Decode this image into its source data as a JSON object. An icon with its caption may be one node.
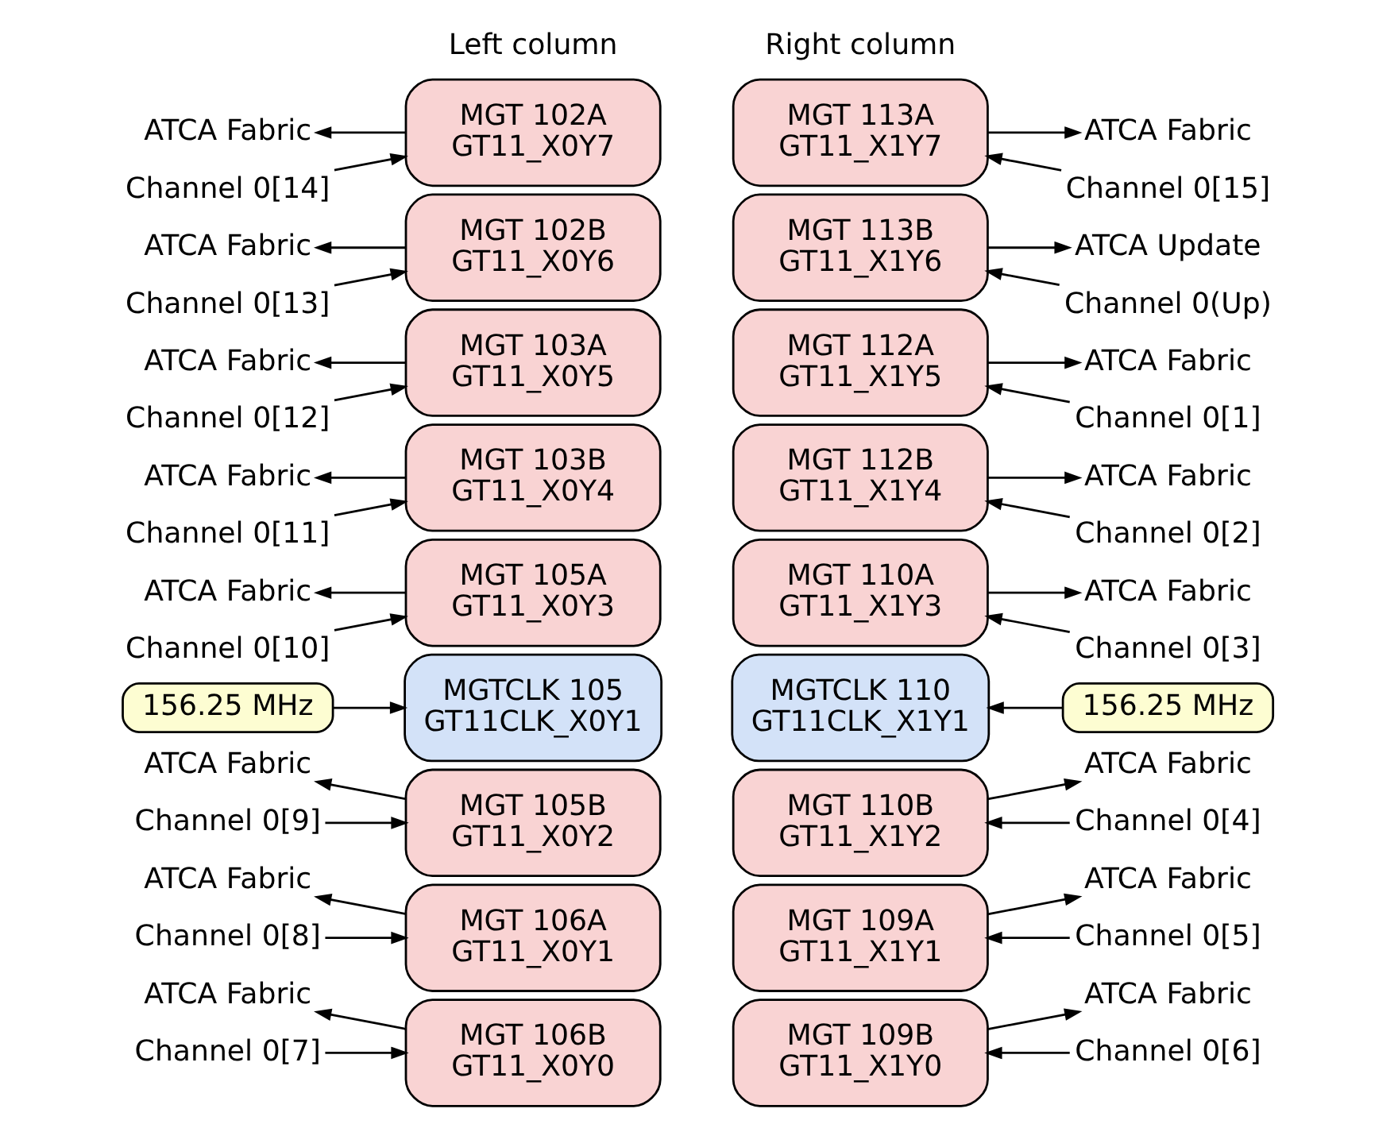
{
  "diagram": {
    "nodes": [
      {
        "text": [
          "ATCA Fabric"
        ]
      },
      {
        "text": [
          "Channel 0[14]"
        ]
      },
      {
        "text": [
          "MGT 102A",
          "GT11_X0Y7"
        ]
      },
      {
        "text": [
          "MGT 113A",
          "GT11_X1Y7"
        ]
      },
      {
        "text": [
          "ATCA Fabric"
        ]
      },
      {
        "text": [
          "Channel 0[15]"
        ]
      },
      {
        "text": [
          "ATCA Fabric"
        ]
      },
      {
        "text": [
          "Channel 0[13]"
        ]
      },
      {
        "text": [
          "MGT 102B",
          "GT11_X0Y6"
        ]
      },
      {
        "text": [
          "MGT 113B",
          "GT11_X1Y6"
        ]
      },
      {
        "text": [
          "ATCA Update"
        ]
      },
      {
        "text": [
          "Channel 0(Up)"
        ]
      },
      {
        "text": [
          "ATCA Fabric"
        ]
      },
      {
        "text": [
          "Channel 0[12]"
        ]
      },
      {
        "text": [
          "MGT 103A",
          "GT11_X0Y5"
        ]
      },
      {
        "text": [
          "MGT 112A",
          "GT11_X1Y5"
        ]
      },
      {
        "text": [
          "ATCA Fabric"
        ]
      },
      {
        "text": [
          "Channel 0[1]"
        ]
      },
      {
        "text": [
          "ATCA Fabric"
        ]
      },
      {
        "text": [
          "Channel 0[11]"
        ]
      },
      {
        "text": [
          "MGT 103B",
          "GT11_X0Y4"
        ]
      },
      {
        "text": [
          "MGT 112B",
          "GT11_X1Y4"
        ]
      },
      {
        "text": [
          "ATCA Fabric"
        ]
      },
      {
        "text": [
          "Channel 0[2]"
        ]
      },
      {
        "text": [
          "ATCA Fabric"
        ]
      },
      {
        "text": [
          "Channel 0[10]"
        ]
      },
      {
        "text": [
          "MGT 105A",
          "GT11_X0Y3"
        ]
      },
      {
        "text": [
          "MGT 110A",
          "GT11_X1Y3"
        ]
      },
      {
        "text": [
          "ATCA Fabric"
        ]
      },
      {
        "text": [
          "Channel 0[3]"
        ]
      },
      {
        "text": [
          "156.25 MHz"
        ]
      },
      {
        "text": [
          "MGTCLK 105",
          "GT11CLK_X0Y1"
        ]
      },
      {
        "text": [
          "MGTCLK 110",
          "GT11CLK_X1Y1"
        ]
      },
      {
        "text": [
          "156.25 MHz"
        ]
      },
      {
        "text": [
          "ATCA Fabric"
        ]
      },
      {
        "text": [
          "Channel 0[9]"
        ]
      },
      {
        "text": [
          "MGT 105B",
          "GT11_X0Y2"
        ]
      },
      {
        "text": [
          "MGT 110B",
          "GT11_X1Y2"
        ]
      },
      {
        "text": [
          "ATCA Fabric"
        ]
      },
      {
        "text": [
          "Channel 0[4]"
        ]
      },
      {
        "text": [
          "ATCA Fabric"
        ]
      },
      {
        "text": [
          "Channel 0[8]"
        ]
      },
      {
        "text": [
          "MGT 106A",
          "GT11_X0Y1"
        ]
      },
      {
        "text": [
          "MGT 109A",
          "GT11_X1Y1"
        ]
      },
      {
        "text": [
          "ATCA Fabric"
        ]
      },
      {
        "text": [
          "Channel 0[5]"
        ]
      },
      {
        "text": [
          "ATCA Fabric"
        ]
      },
      {
        "text": [
          "Channel 0[7]"
        ]
      },
      {
        "text": [
          "MGT 106B",
          "GT11_X0Y0"
        ]
      },
      {
        "text": [
          "MGT 109B",
          "GT11_X1Y0"
        ]
      },
      {
        "text": [
          "ATCA Fabric"
        ]
      },
      {
        "text": [
          "Channel 0[6]"
        ]
      }
    ],
    "edges": [
      {
        "from": 2,
        "to": 0,
        "arrow": "to"
      },
      {
        "from": 1,
        "to": 2,
        "arrow": "to"
      },
      {
        "from": 3,
        "to": 4,
        "arrow": "to"
      },
      {
        "from": 5,
        "to": 3,
        "arrow": "to"
      },
      {
        "from": 8,
        "to": 6,
        "arrow": "to"
      },
      {
        "from": 7,
        "to": 8,
        "arrow": "to"
      },
      {
        "from": 9,
        "to": 10,
        "arrow": "to"
      },
      {
        "from": 11,
        "to": 9,
        "arrow": "to"
      },
      {
        "from": 14,
        "to": 12,
        "arrow": "to"
      },
      {
        "from": 13,
        "to": 14,
        "arrow": "to"
      },
      {
        "from": 15,
        "to": 16,
        "arrow": "to"
      },
      {
        "from": 17,
        "to": 15,
        "arrow": "to"
      },
      {
        "from": 20,
        "to": 18,
        "arrow": "to"
      },
      {
        "from": 19,
        "to": 20,
        "arrow": "to"
      },
      {
        "from": 21,
        "to": 22,
        "arrow": "to"
      },
      {
        "from": 23,
        "to": 21,
        "arrow": "to"
      },
      {
        "from": 26,
        "to": 24,
        "arrow": "to"
      },
      {
        "from": 25,
        "to": 26,
        "arrow": "to"
      },
      {
        "from": 27,
        "to": 28,
        "arrow": "to"
      },
      {
        "from": 29,
        "to": 27,
        "arrow": "to"
      },
      {
        "from": 30,
        "to": 31,
        "arrow": "to"
      },
      {
        "from": 33,
        "to": 32,
        "arrow": "to"
      },
      {
        "from": 36,
        "to": 34,
        "arrow": "to"
      },
      {
        "from": 35,
        "to": 36,
        "arrow": "to"
      },
      {
        "from": 37,
        "to": 38,
        "arrow": "to"
      },
      {
        "from": 39,
        "to": 37,
        "arrow": "to"
      },
      {
        "from": 42,
        "to": 40,
        "arrow": "to"
      },
      {
        "from": 41,
        "to": 42,
        "arrow": "to"
      },
      {
        "from": 43,
        "to": 44,
        "arrow": "to"
      },
      {
        "from": 45,
        "to": 43,
        "arrow": "to"
      },
      {
        "from": 48,
        "to": 46,
        "arrow": "to"
      },
      {
        "from": 47,
        "to": 48,
        "arrow": "to"
      },
      {
        "from": 49,
        "to": 50,
        "arrow": "to"
      },
      {
        "from": 51,
        "to": 49,
        "arrow": "to"
      }
    ],
    "labels": [
      "Left column",
      "Right column"
    ]
  }
}
